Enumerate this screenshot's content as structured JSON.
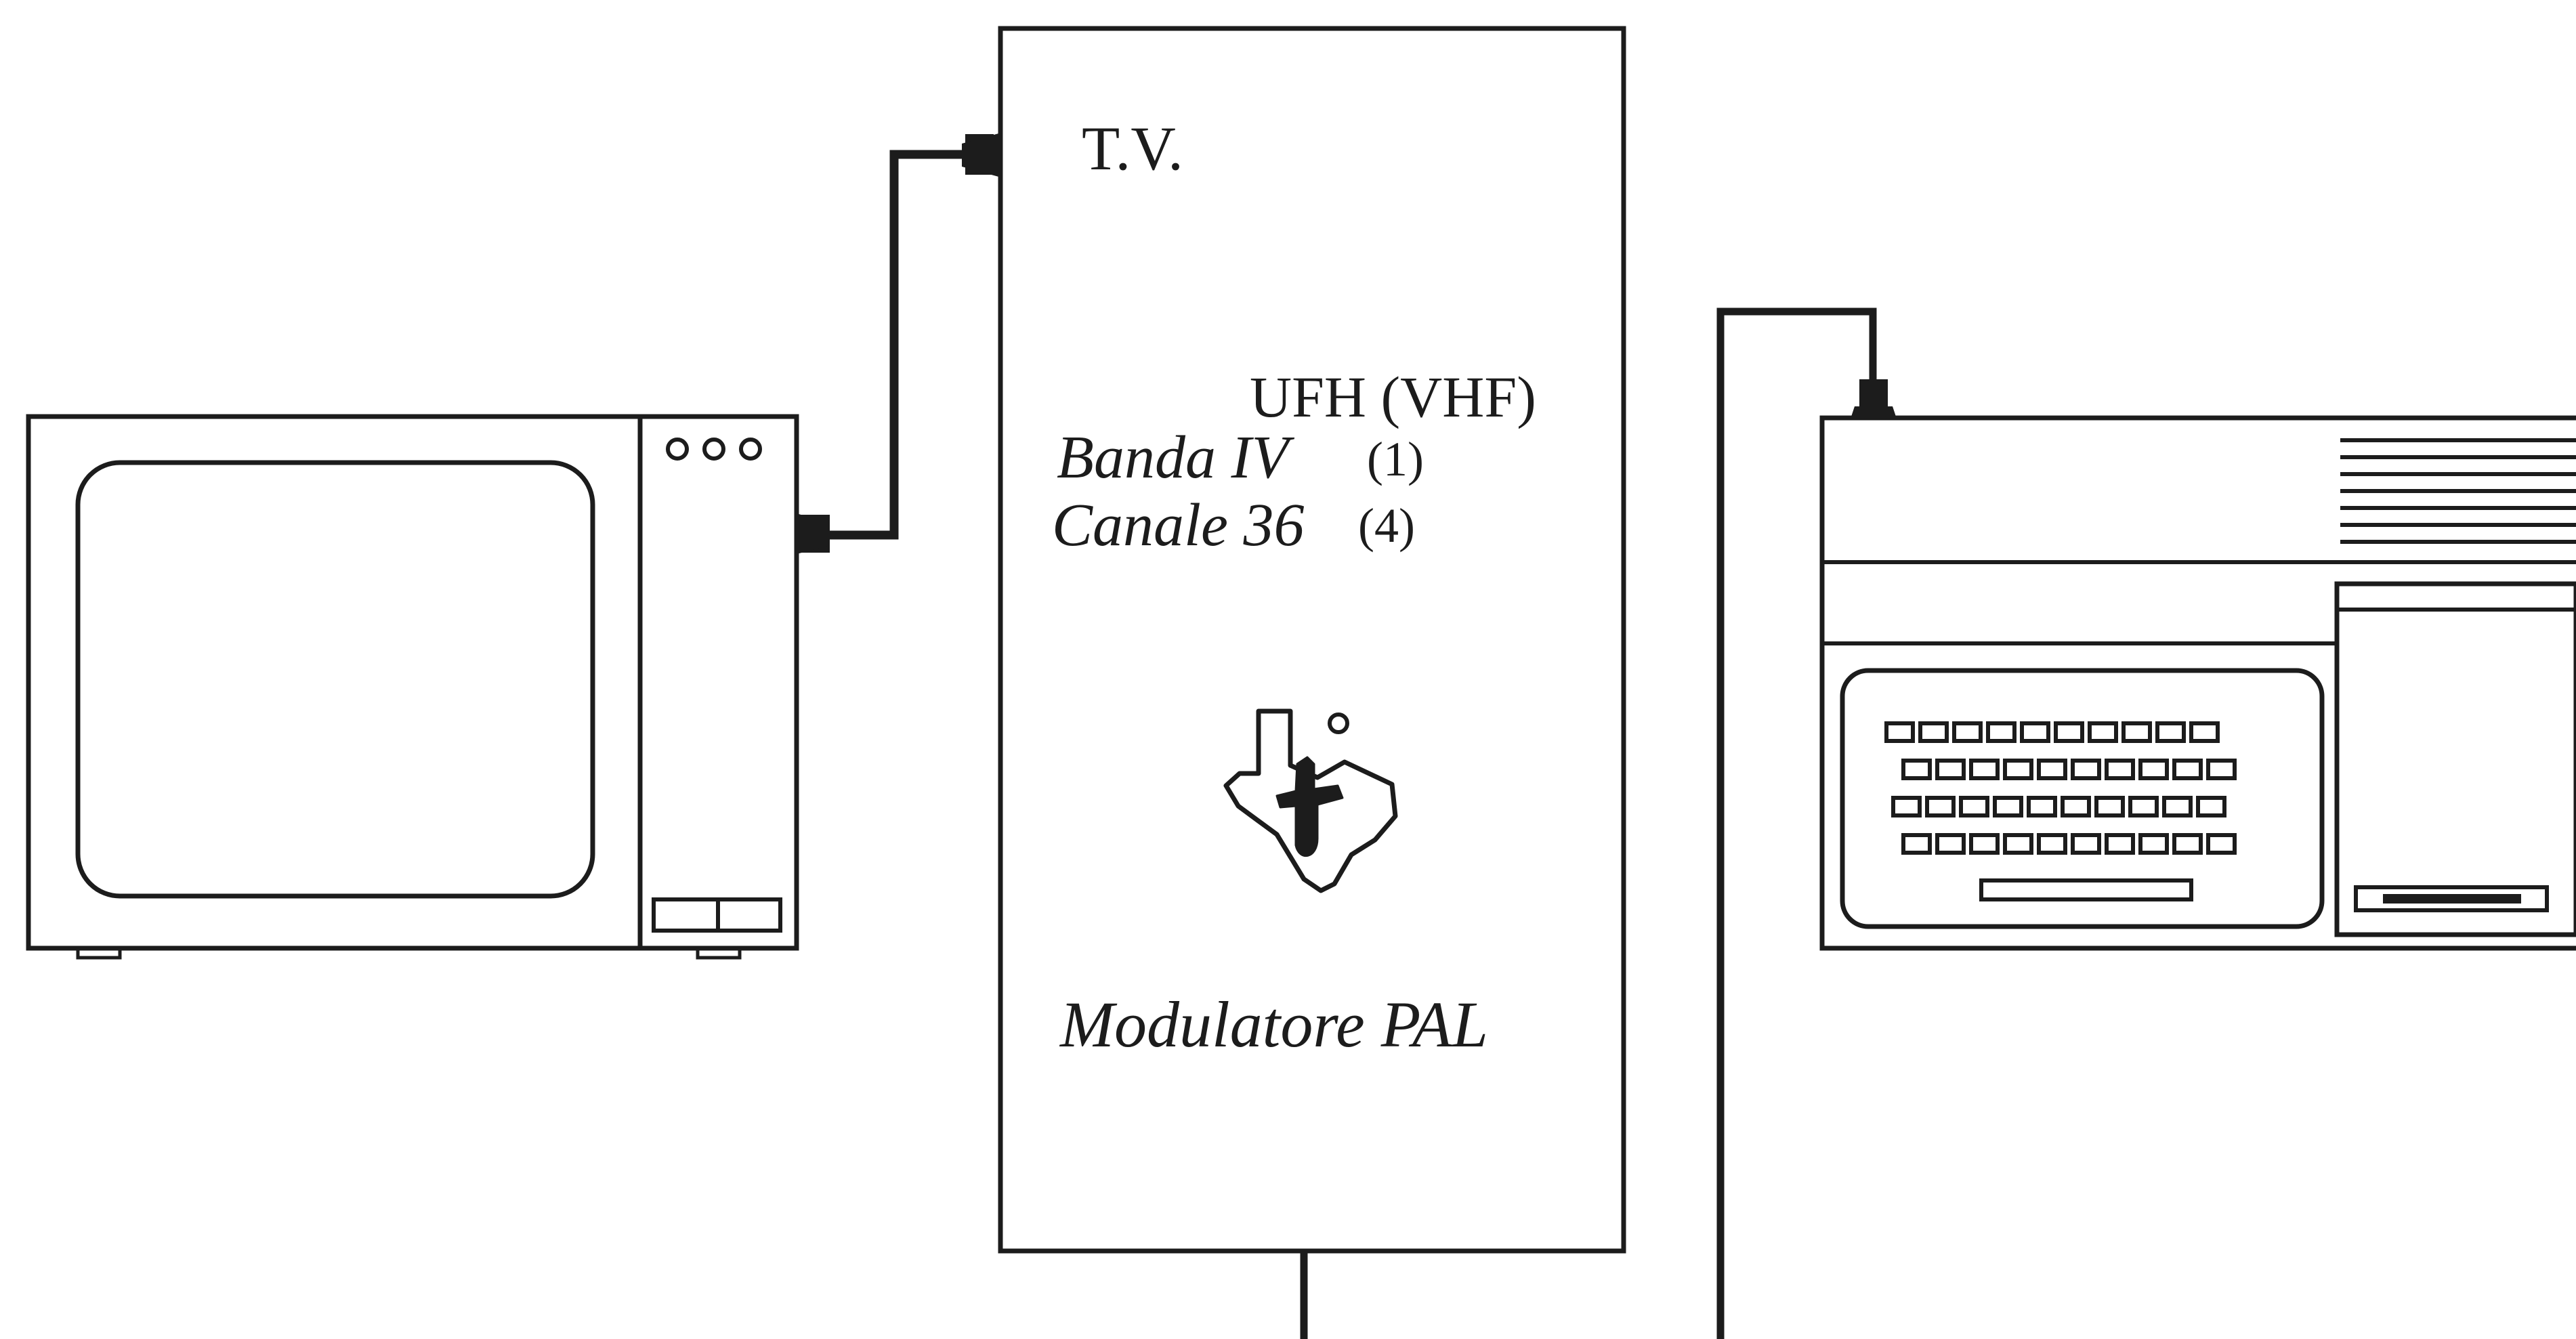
{
  "modulator": {
    "tv_label": "T.V.",
    "freq_label": "UFH (VHF)",
    "band_label": "Banda IV",
    "band_note": "(1)",
    "channel_label": "Canale 36",
    "channel_note": "(4)",
    "name_label": "Modulatore PAL"
  },
  "colors": {
    "ink": "#1c1c1c",
    "paper": "#ffffff"
  },
  "icons": {
    "logo": "texas-instruments-logo-icon"
  }
}
